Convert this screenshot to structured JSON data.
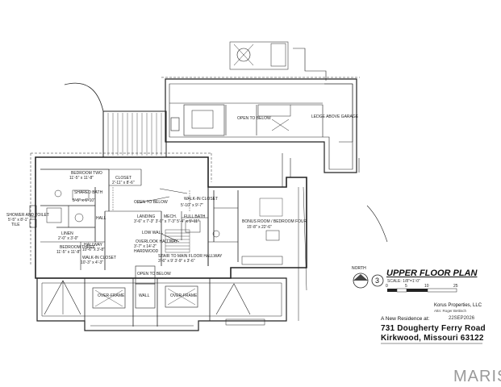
{
  "plan": {
    "title": "UPPER FLOOR PLAN",
    "sheet_number": "3",
    "scale": "SCALE: 1/8\"=1'-0\"",
    "north_label": "NORTH",
    "scale_bar_ticks": [
      "0",
      "5",
      "10",
      "25"
    ]
  },
  "title_block": {
    "firm": "Korus Properties, LLC",
    "firm_note": "Attn: Roger Bettisch",
    "new_residence": "A New Residence at:",
    "date": "22SEP2026",
    "address_line1": "731 Dougherty Ferry Road",
    "address_line2": "Kirkwood, Missouri  63122"
  },
  "rooms": {
    "bedroom_two": "BEDROOM TWO",
    "bedroom_two_dim": "11'-5\" x 11'-8\"",
    "closet_top": "CLOSET",
    "closet_top_dim": "2'-11\" x 8'-6\"",
    "shared_bath": "SHARED BATH",
    "shared_bath_dim": "5'-5\" x 6'-10\"",
    "open_to_below_1": "OPEN TO BELOW",
    "walk_in_closet": "WALK-IN CLOSET",
    "walk_in_closet_dim": "5'-10\" x 9'-7\"",
    "showers_toilet": "SHOWER AND TOILET",
    "showers_toilet_dim": "5'-5\" x 8'-1\"",
    "showers_toilet_tile": "TILE",
    "hall": "HALL",
    "landing": "LANDING",
    "mech": "MECH.",
    "full_bath": "FULL BATH",
    "landing_dims": "3'-6\" x 7'-3\"   3'-0\" x 7'-3\"   5'-4\" x 5'-11\"",
    "low_wall": "LOW WALL",
    "linen": "LINEN",
    "linen_dim": "2'-0\" x 3'-0\"",
    "bedroom_three": "BEDROOM THREE",
    "bedroom_three_dim": "11'-5\" x 11'-8\"",
    "overlook_hallway": "OVERLOOK HALLWAY",
    "overlook_dims": "3'-7\" x 14'-2\"",
    "hardwood": "HARDWOOD",
    "stair_to_main": "STAIR TO MAIN FLOOR HALLWAY",
    "stair_dims": "3'-6\" x 9'    3'-9\" x 3'-6\"",
    "hallway": "HALLWAY",
    "hallway_dim": "10'-6\" x 3'-8\"",
    "walk_in_closet_2": "WALK-IN CLOSET",
    "walk_in_closet_2_dim": "10'-3\" x 4'-3\"",
    "bonus_room": "BONUS ROOM / BEDROOM FOUR",
    "bonus_room_dim": "15'-8\" x 22'-6\"",
    "open_to_below_2": "OPEN TO BELOW",
    "open_to_below_3": "OPEN TO BELOW",
    "ledge_above_garage": "LEDGE ABOVE GARAGE",
    "over_frame_1": "OVER-FRAME",
    "over_frame_2": "OVER-FRAME",
    "wall": "WALL"
  },
  "brand": {
    "watermark": "MARIS"
  }
}
